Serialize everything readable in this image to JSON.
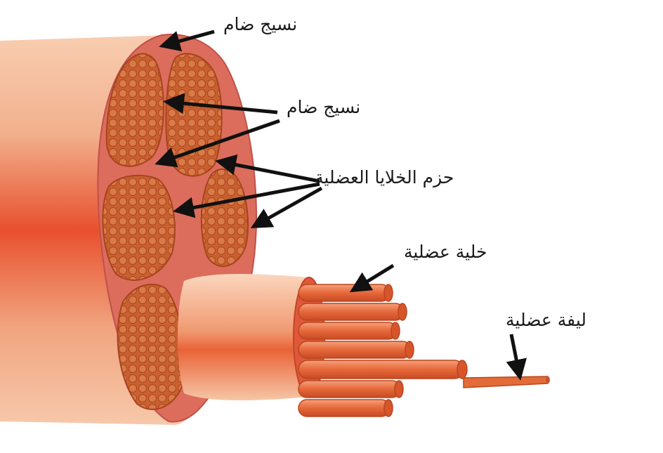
{
  "labels": {
    "connective_tissue_outer": "نسيج ضام",
    "connective_tissue_inner": "نسيج ضام",
    "muscle_bundles": "حزم الخلايا العضلية",
    "muscle_cell": "خلية عضلية",
    "myofibril": "ليفة عضلية"
  },
  "colors": {
    "outer_tissue": "#f2b493",
    "inner_core": "#e4472a",
    "cross_section": "#dc6d5c",
    "bundle": "#c45a2a",
    "fiber": "#e5713c",
    "arrow": "#111111"
  }
}
